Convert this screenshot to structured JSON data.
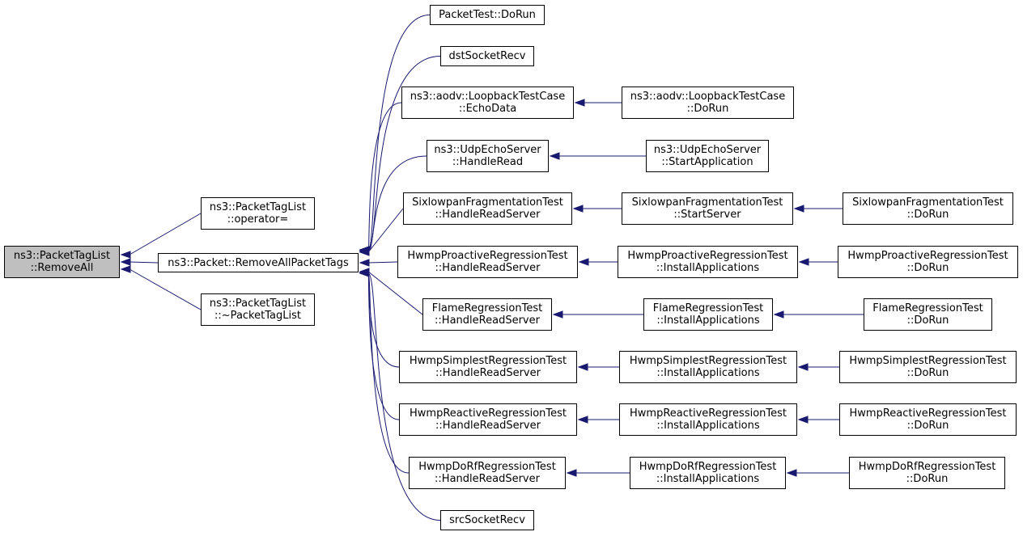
{
  "colors": {
    "edge": "#191970",
    "root_fill": "#bfbfbf",
    "node_fill": "#ffffff",
    "border": "#000000"
  },
  "nodes": {
    "remove_all": {
      "line1": "ns3::PacketTagList",
      "line2": "::RemoveAll"
    },
    "operator_eq": {
      "line1": "ns3::PacketTagList",
      "line2": "::operator="
    },
    "destructor": {
      "line1": "ns3::PacketTagList",
      "line2": "::~PacketTagList"
    },
    "remove_all_packet_tags": {
      "line1": "ns3::Packet::RemoveAllPacketTags"
    },
    "packet_test_dorun": {
      "line1": "PacketTest::DoRun"
    },
    "dst_socket_recv": {
      "line1": "dstSocketRecv"
    },
    "aodv_echo": {
      "line1": "ns3::aodv::LoopbackTestCase",
      "line2": "::EchoData"
    },
    "aodv_dorun": {
      "line1": "ns3::aodv::LoopbackTestCase",
      "line2": "::DoRun"
    },
    "udp_handle_read": {
      "line1": "ns3::UdpEchoServer",
      "line2": "::HandleRead"
    },
    "udp_start_app": {
      "line1": "ns3::UdpEchoServer",
      "line2": "::StartApplication"
    },
    "sixlowpan_hrs": {
      "line1": "SixlowpanFragmentationTest",
      "line2": "::HandleReadServer"
    },
    "sixlowpan_start": {
      "line1": "SixlowpanFragmentationTest",
      "line2": "::StartServer"
    },
    "sixlowpan_dorun": {
      "line1": "SixlowpanFragmentationTest",
      "line2": "::DoRun"
    },
    "proactive_hrs": {
      "line1": "HwmpProactiveRegressionTest",
      "line2": "::HandleReadServer"
    },
    "proactive_install": {
      "line1": "HwmpProactiveRegressionTest",
      "line2": "::InstallApplications"
    },
    "proactive_dorun": {
      "line1": "HwmpProactiveRegressionTest",
      "line2": "::DoRun"
    },
    "flame_hrs": {
      "line1": "FlameRegressionTest",
      "line2": "::HandleReadServer"
    },
    "flame_install": {
      "line1": "FlameRegressionTest",
      "line2": "::InstallApplications"
    },
    "flame_dorun": {
      "line1": "FlameRegressionTest",
      "line2": "::DoRun"
    },
    "simplest_hrs": {
      "line1": "HwmpSimplestRegressionTest",
      "line2": "::HandleReadServer"
    },
    "simplest_install": {
      "line1": "HwmpSimplestRegressionTest",
      "line2": "::InstallApplications"
    },
    "simplest_dorun": {
      "line1": "HwmpSimplestRegressionTest",
      "line2": "::DoRun"
    },
    "reactive_hrs": {
      "line1": "HwmpReactiveRegressionTest",
      "line2": "::HandleReadServer"
    },
    "reactive_install": {
      "line1": "HwmpReactiveRegressionTest",
      "line2": "::InstallApplications"
    },
    "reactive_dorun": {
      "line1": "HwmpReactiveRegressionTest",
      "line2": "::DoRun"
    },
    "dorf_hrs": {
      "line1": "HwmpDoRfRegressionTest",
      "line2": "::HandleReadServer"
    },
    "dorf_install": {
      "line1": "HwmpDoRfRegressionTest",
      "line2": "::InstallApplications"
    },
    "dorf_dorun": {
      "line1": "HwmpDoRfRegressionTest",
      "line2": "::DoRun"
    },
    "src_socket_recv": {
      "line1": "srcSocketRecv"
    }
  },
  "edges": [
    {
      "from": "operator_eq",
      "to": "remove_all"
    },
    {
      "from": "remove_all_packet_tags",
      "to": "remove_all"
    },
    {
      "from": "destructor",
      "to": "remove_all"
    },
    {
      "from": "packet_test_dorun",
      "to": "remove_all_packet_tags"
    },
    {
      "from": "dst_socket_recv",
      "to": "remove_all_packet_tags"
    },
    {
      "from": "aodv_echo",
      "to": "remove_all_packet_tags"
    },
    {
      "from": "udp_handle_read",
      "to": "remove_all_packet_tags"
    },
    {
      "from": "sixlowpan_hrs",
      "to": "remove_all_packet_tags"
    },
    {
      "from": "proactive_hrs",
      "to": "remove_all_packet_tags"
    },
    {
      "from": "flame_hrs",
      "to": "remove_all_packet_tags"
    },
    {
      "from": "simplest_hrs",
      "to": "remove_all_packet_tags"
    },
    {
      "from": "reactive_hrs",
      "to": "remove_all_packet_tags"
    },
    {
      "from": "dorf_hrs",
      "to": "remove_all_packet_tags"
    },
    {
      "from": "src_socket_recv",
      "to": "remove_all_packet_tags"
    },
    {
      "from": "aodv_dorun",
      "to": "aodv_echo"
    },
    {
      "from": "udp_start_app",
      "to": "udp_handle_read"
    },
    {
      "from": "sixlowpan_start",
      "to": "sixlowpan_hrs"
    },
    {
      "from": "sixlowpan_dorun",
      "to": "sixlowpan_start"
    },
    {
      "from": "proactive_install",
      "to": "proactive_hrs"
    },
    {
      "from": "proactive_dorun",
      "to": "proactive_install"
    },
    {
      "from": "flame_install",
      "to": "flame_hrs"
    },
    {
      "from": "flame_dorun",
      "to": "flame_install"
    },
    {
      "from": "simplest_install",
      "to": "simplest_hrs"
    },
    {
      "from": "simplest_dorun",
      "to": "simplest_install"
    },
    {
      "from": "reactive_install",
      "to": "reactive_hrs"
    },
    {
      "from": "reactive_dorun",
      "to": "reactive_install"
    },
    {
      "from": "dorf_install",
      "to": "dorf_hrs"
    },
    {
      "from": "dorf_dorun",
      "to": "dorf_install"
    }
  ]
}
